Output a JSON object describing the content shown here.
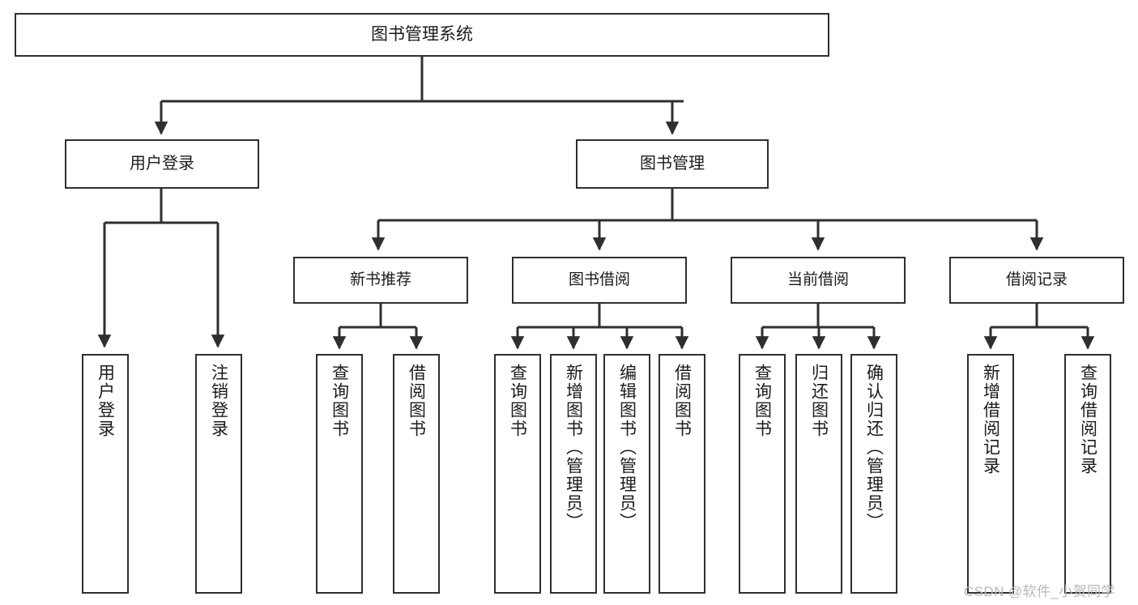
{
  "diagram": {
    "title": "图书管理系统",
    "type": "tree",
    "watermark": "CSDN @软件_小贺同学",
    "colors": {
      "stroke": "#2f2f2f",
      "fill": "#ffffff",
      "text": "#1b1b1b",
      "watermark": "#b7b7b7"
    },
    "root": {
      "label": "图书管理系统"
    },
    "level1": [
      {
        "label": "用户登录"
      },
      {
        "label": "图书管理"
      }
    ],
    "level2": [
      {
        "label": "新书推荐"
      },
      {
        "label": "图书借阅"
      },
      {
        "label": "当前借阅"
      },
      {
        "label": "借阅记录"
      }
    ],
    "leaves": {
      "user_login": [
        {
          "label": "用户登录"
        },
        {
          "label": "注销登录"
        }
      ],
      "new_book": [
        {
          "label": "查询图书"
        },
        {
          "label": "借阅图书"
        }
      ],
      "book_borrow": [
        {
          "label": "查询图书"
        },
        {
          "label": "新增图书（管理员）"
        },
        {
          "label": "编辑图书（管理员）"
        },
        {
          "label": "借阅图书"
        }
      ],
      "current_borrow": [
        {
          "label": "查询图书"
        },
        {
          "label": "归还图书"
        },
        {
          "label": "确认归还（管理员）"
        }
      ],
      "borrow_record": [
        {
          "label": "新增借阅记录"
        },
        {
          "label": "查询借阅记录"
        }
      ]
    }
  }
}
